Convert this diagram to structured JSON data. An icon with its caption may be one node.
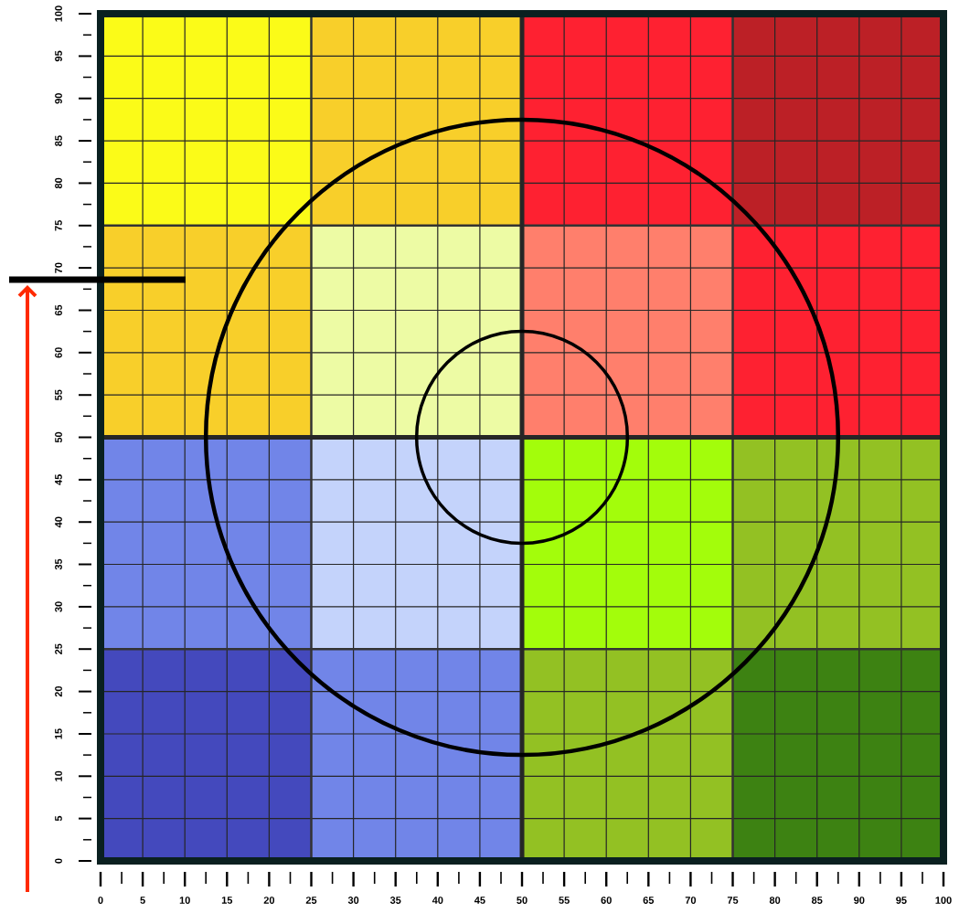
{
  "diagram": {
    "labels": [
      "100",
      "95",
      "90",
      "85",
      "80",
      "75",
      "70",
      "65",
      "60",
      "55",
      "50",
      "45",
      "40",
      "35",
      "30",
      "25",
      "20",
      "15",
      "10",
      "5",
      "0",
      "0",
      "5",
      "10",
      "15",
      "20",
      "25",
      "30",
      "35",
      "40",
      "45",
      "50",
      "55",
      "60",
      "65",
      "70",
      "75",
      "80",
      "85",
      "90",
      "95",
      "100"
    ]
  }
}
